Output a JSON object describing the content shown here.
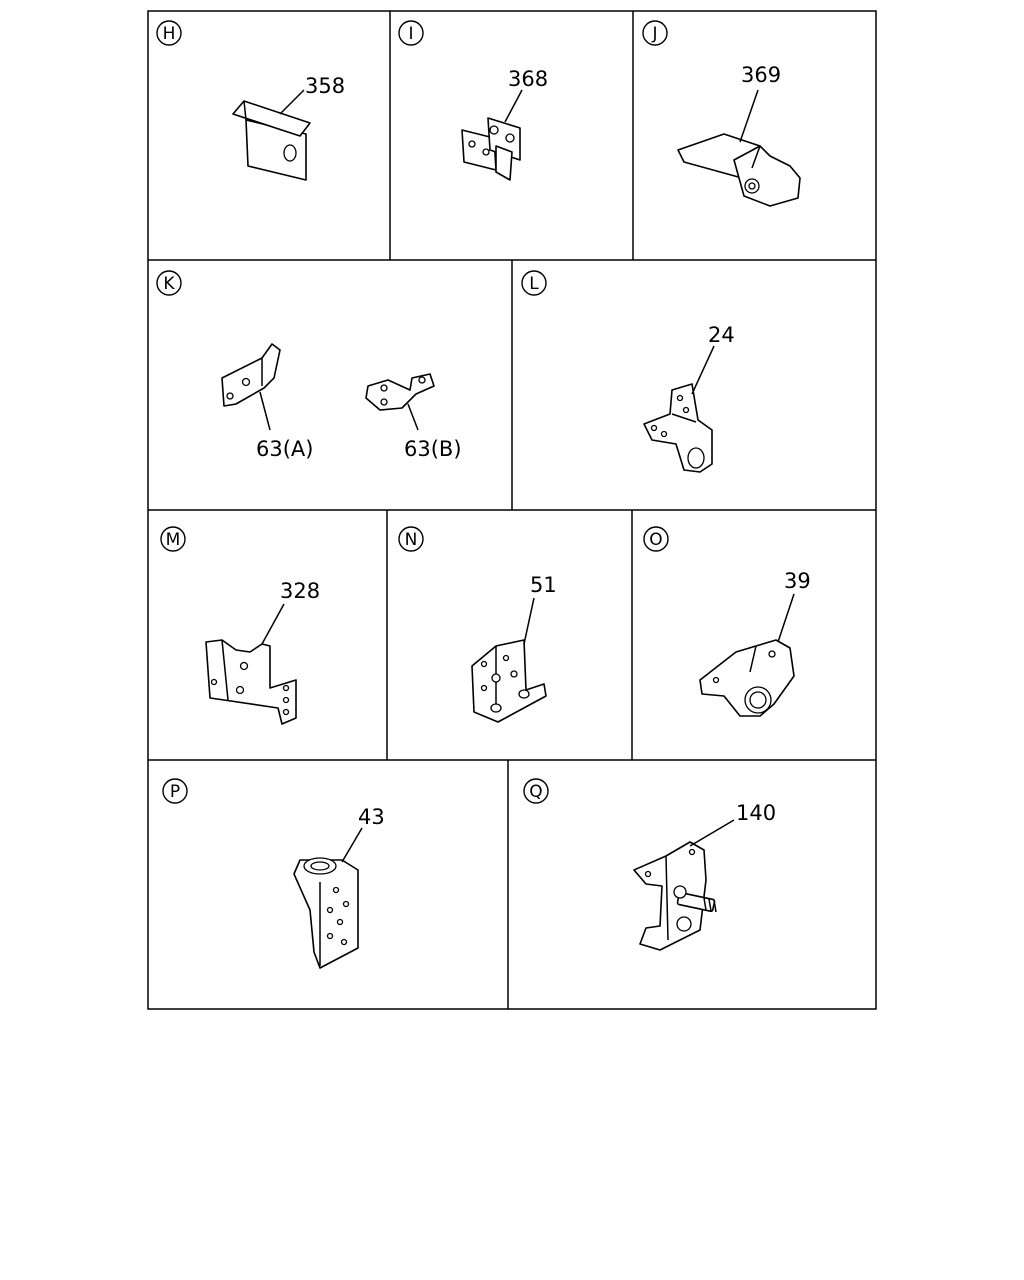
{
  "panels": [
    {
      "letter": "H",
      "part_number": "358"
    },
    {
      "letter": "I",
      "part_number": "368"
    },
    {
      "letter": "J",
      "part_number": "369"
    },
    {
      "letter": "K",
      "part_numbers": [
        "63(A)",
        "63(B)"
      ]
    },
    {
      "letter": "L",
      "part_number": "24"
    },
    {
      "letter": "M",
      "part_number": "328"
    },
    {
      "letter": "N",
      "part_number": "51"
    },
    {
      "letter": "O",
      "part_number": "39"
    },
    {
      "letter": "P",
      "part_number": "43"
    },
    {
      "letter": "Q",
      "part_number": "140"
    }
  ]
}
